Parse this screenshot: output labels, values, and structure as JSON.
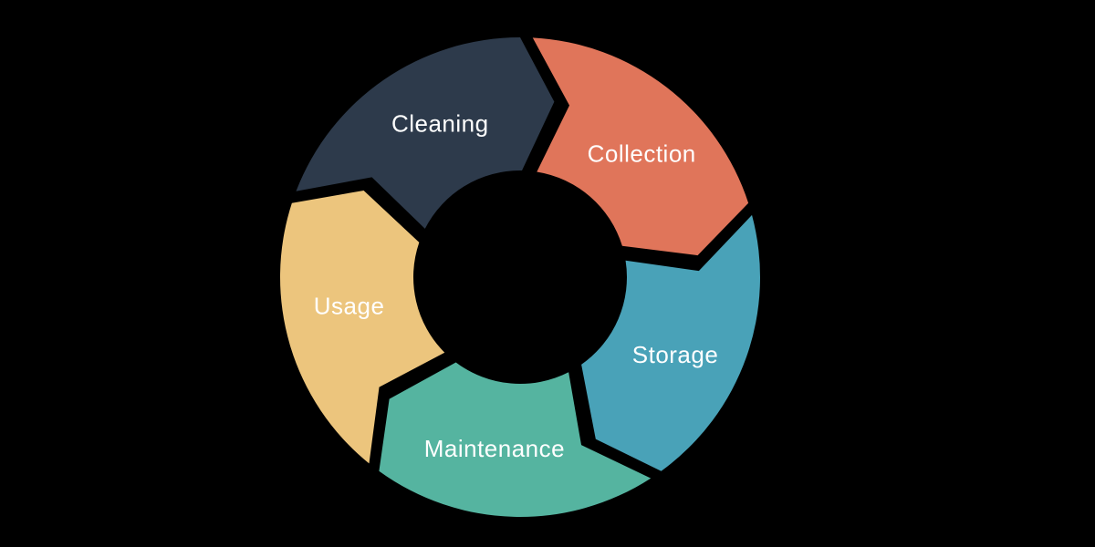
{
  "diagram": {
    "kind": "cycle-process-diagram",
    "background_color": "#000000",
    "label_text_color": "#ffffff",
    "flow_direction": "clockwise",
    "segments": [
      {
        "label": "Collection",
        "color": "#e0755a"
      },
      {
        "label": "Storage",
        "color": "#49a2b8"
      },
      {
        "label": "Maintenance",
        "color": "#55b4a0"
      },
      {
        "label": "Usage",
        "color": "#ecc57d"
      },
      {
        "label": "Cleaning",
        "color": "#2d3a4b"
      }
    ]
  }
}
